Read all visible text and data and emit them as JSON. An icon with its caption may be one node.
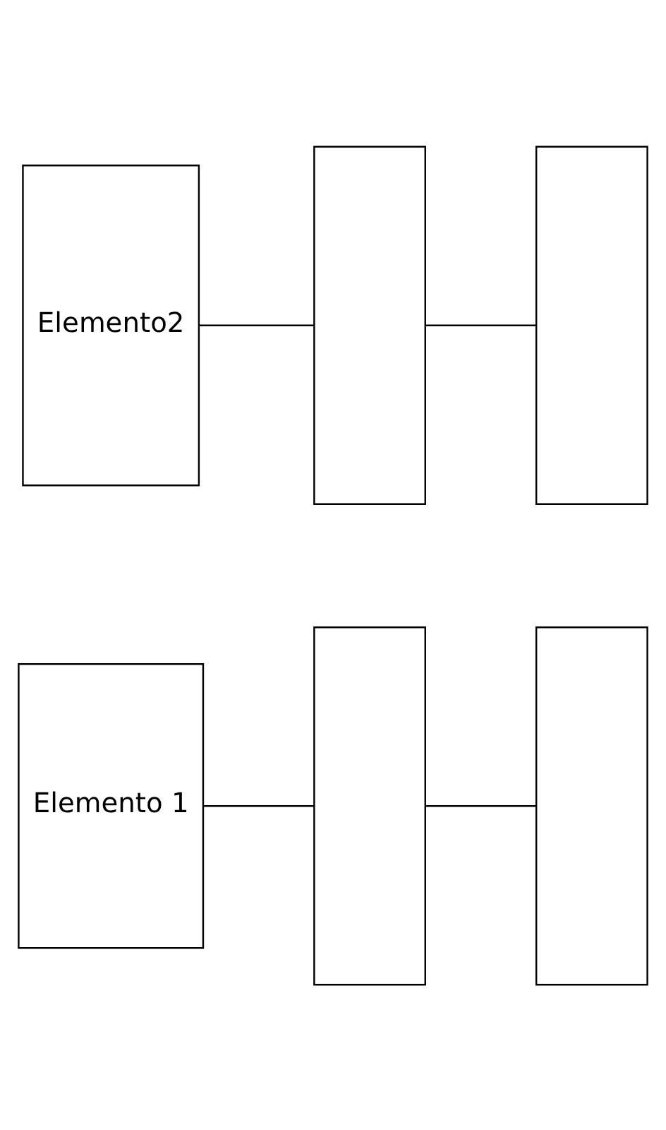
{
  "diagram": {
    "nodes": [
      {
        "text": [
          "Elemento2"
        ]
      },
      {
        "text": [],
        "shape": "box"
      },
      {
        "text": [],
        "shape": "box"
      },
      {
        "text": [
          "Elemento 1"
        ]
      },
      {
        "text": [],
        "shape": "box"
      },
      {
        "text": [],
        "shape": "box"
      }
    ],
    "edges": [
      {
        "from": 0,
        "to": 1,
        "arrow": "none"
      },
      {
        "from": 1,
        "to": 2,
        "arrow": "none"
      },
      {
        "from": 3,
        "to": 4,
        "arrow": "none"
      },
      {
        "from": 4,
        "to": 5,
        "arrow": "none"
      }
    ]
  }
}
